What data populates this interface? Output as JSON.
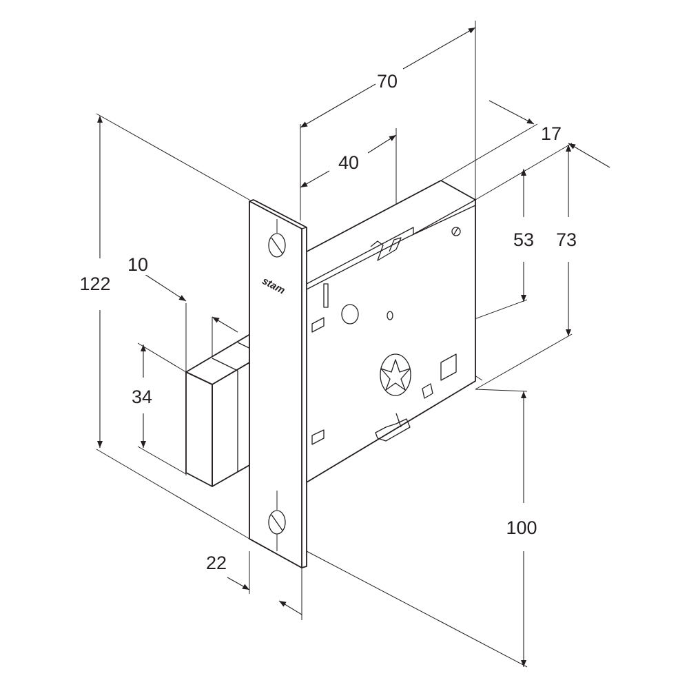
{
  "brand_mark": "stam",
  "dimensions": {
    "d70": "70",
    "d40": "40",
    "d17": "17",
    "d53": "53",
    "d73": "73",
    "d122": "122",
    "d10": "10",
    "d34": "34",
    "d22": "22",
    "d100": "100"
  },
  "colors": {
    "line": "#231f20",
    "background": "#ffffff"
  }
}
